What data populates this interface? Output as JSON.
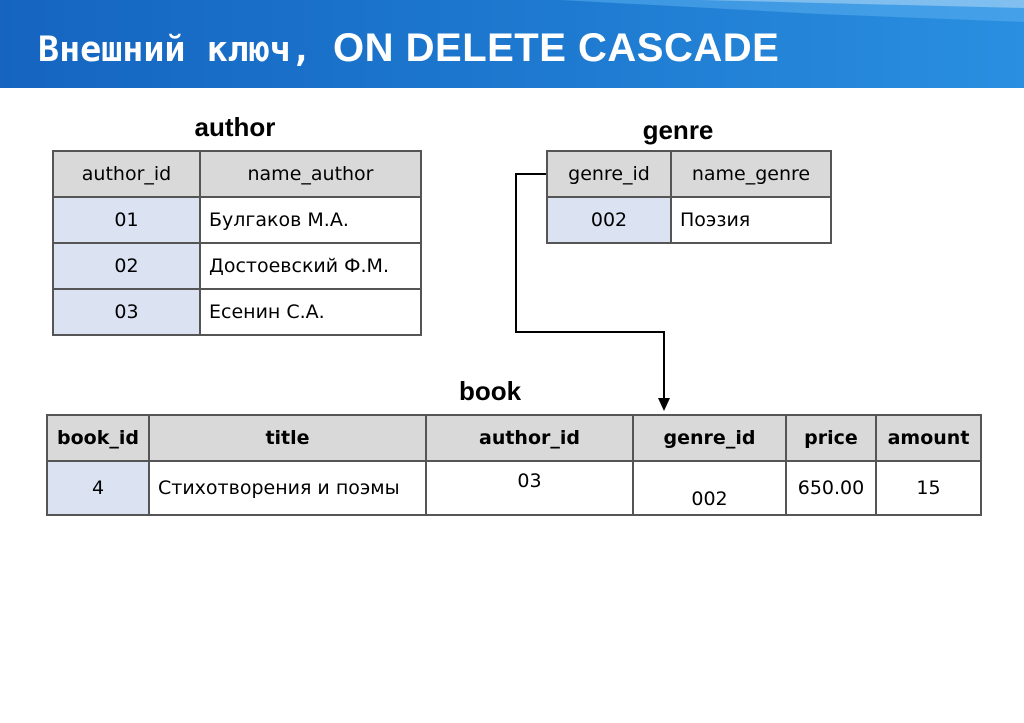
{
  "slide": {
    "title_part1": "Внешний ключ, ",
    "title_part2": "ON DELETE CASCADE"
  },
  "author": {
    "caption": "author",
    "columns": [
      "author_id",
      "name_author"
    ],
    "rows": [
      [
        "01",
        "Булгаков М.А."
      ],
      [
        "02",
        "Достоевский Ф.М."
      ],
      [
        "03",
        "Есенин С.А."
      ]
    ]
  },
  "genre": {
    "caption": "genre",
    "columns": [
      "genre_id",
      "name_genre"
    ],
    "rows": [
      [
        "002",
        "Поэзия"
      ]
    ]
  },
  "book": {
    "caption": "book",
    "columns": [
      "book_id",
      "title",
      "author_id",
      "genre_id",
      "price",
      "amount"
    ],
    "rows": [
      [
        "4",
        "Стихотворения и поэмы",
        "03",
        "002",
        "650.00",
        "15"
      ]
    ]
  },
  "colors": {
    "banner_blue": "#1f6fc0",
    "header_gray": "#d9d9d9",
    "key_cell_blue": "#dbe3f3",
    "border": "#555555"
  },
  "relationship": {
    "from": "genre.genre_id",
    "to": "book.genre_id"
  }
}
